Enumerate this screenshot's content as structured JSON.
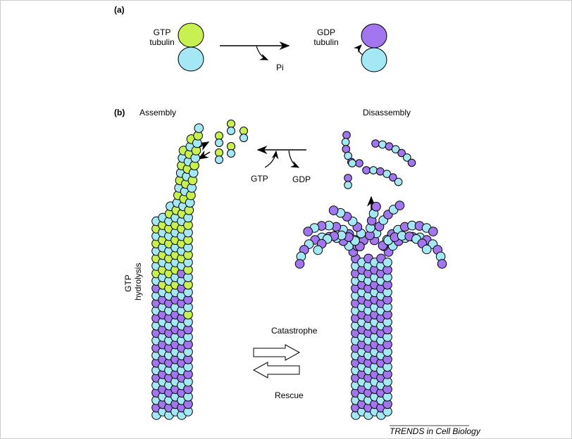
{
  "panel_a": {
    "label": "(a)",
    "gtp_tubulin": [
      "GTP",
      "tubulin"
    ],
    "gdp_tubulin": [
      "GDP",
      "tubulin"
    ],
    "pi": "Pi"
  },
  "panel_b": {
    "label": "(b)",
    "assembly": "Assembly",
    "disassembly": "Disassembly",
    "gtp": "GTP",
    "gdp": "GDP",
    "hydrolysis": [
      "GTP",
      "hydrolysis"
    ],
    "catastrophe": "Catastrophe",
    "rescue": "Rescue"
  },
  "credit": "TRENDS in Cell Biology",
  "colors": {
    "gtp_subunit": "#c8f050",
    "beta_subunit": "#a4e8f6",
    "gdp_subunit": "#a276ee"
  }
}
